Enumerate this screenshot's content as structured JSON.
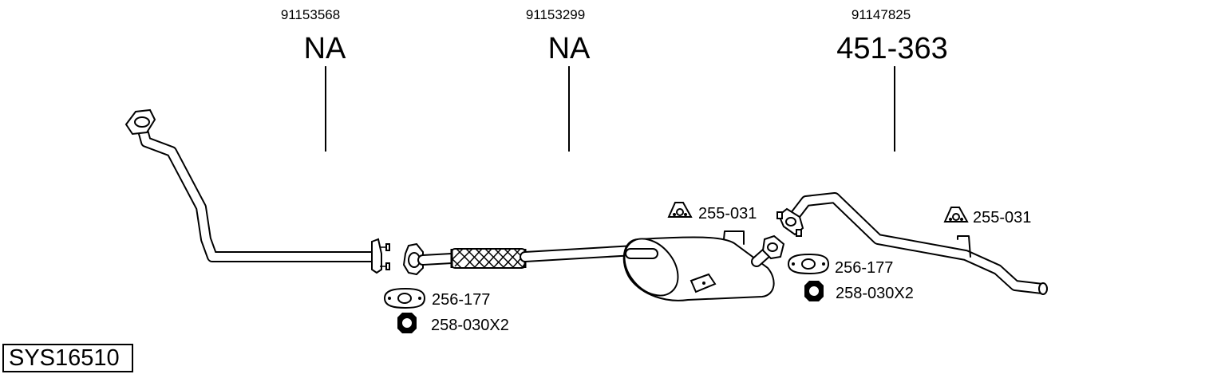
{
  "parts": [
    {
      "oe": "91153568",
      "number": "NA"
    },
    {
      "oe": "91153299",
      "number": "NA"
    },
    {
      "oe": "91147825",
      "number": "451-363"
    }
  ],
  "accessories": [
    {
      "label": "255-031",
      "icon": "rubber-hanger-icon"
    },
    {
      "label": "255-031",
      "icon": "rubber-hanger-icon"
    },
    {
      "label": "256-177",
      "icon": "gasket-icon"
    },
    {
      "label": "258-030X2",
      "icon": "nut-icon"
    },
    {
      "label": "256-177",
      "icon": "gasket-icon"
    },
    {
      "label": "258-030X2",
      "icon": "nut-icon"
    }
  ],
  "system_code": "SYS16510"
}
